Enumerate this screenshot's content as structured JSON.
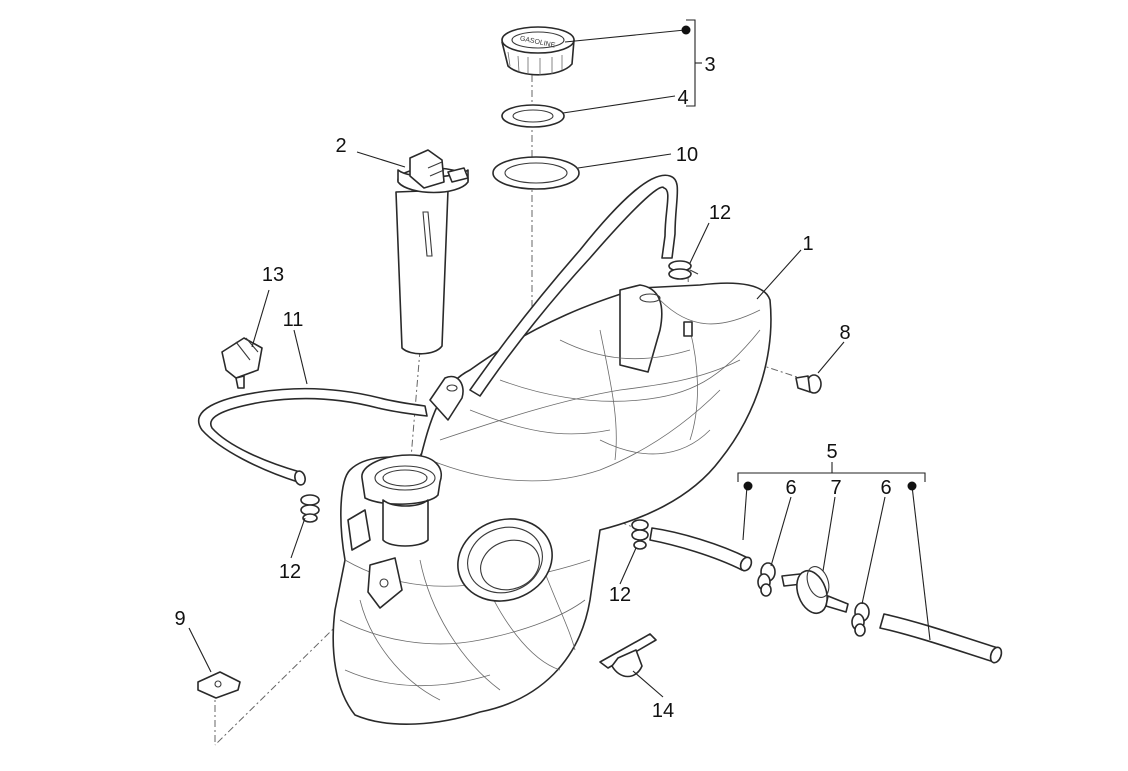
{
  "callouts": {
    "c1": "1",
    "c2": "2",
    "c3": "3",
    "c4": "4",
    "c5": "5",
    "c6a": "6",
    "c6b": "6",
    "c7": "7",
    "c8": "8",
    "c9": "9",
    "c10": "10",
    "c11": "11",
    "c12a": "12",
    "c12b": "12",
    "c12c": "12",
    "c13": "13",
    "c14": "14"
  },
  "cap_text": "GASOLINE",
  "colors": {
    "line": "#2a2a2a",
    "background": "#ffffff"
  }
}
